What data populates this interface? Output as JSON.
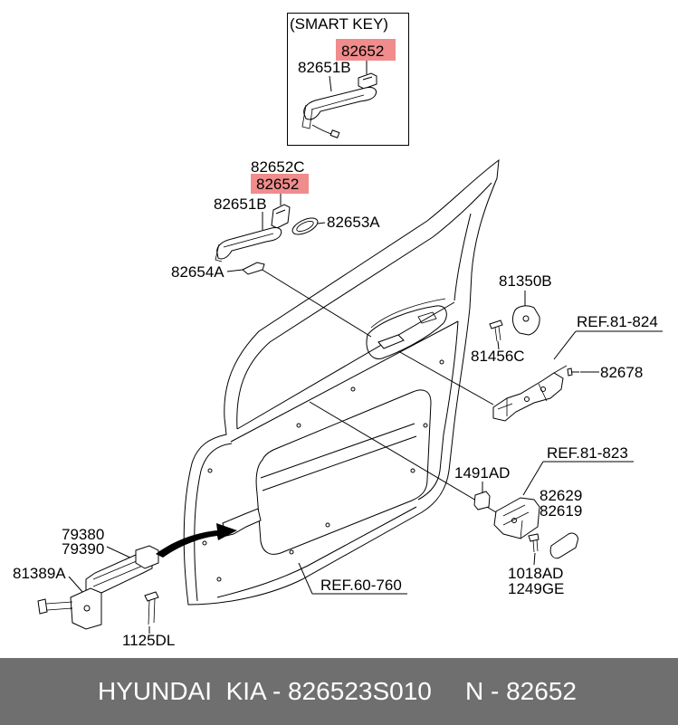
{
  "smart_key": {
    "title": "(SMART KEY)",
    "highlighted": "82652",
    "handle": "82651B"
  },
  "callouts": [
    "82652C",
    "82652",
    "82651B",
    "82653A",
    "82654A",
    "81350B",
    "81456C",
    "REF.81-824",
    "82678",
    "1491AD",
    "REF.81-823",
    "82629",
    "82619",
    "1018AD",
    "1249GE",
    "79380",
    "79390",
    "81389A",
    "1125DL",
    "REF.60-760"
  ],
  "footer": {
    "left": "HYUNDAI  KIA - 826523S010",
    "right": "N - 82652"
  },
  "colors": {
    "highlight": "#f08c8c",
    "footer_bg": "#6f6f6f",
    "footer_text": "#ffffff",
    "line": "#000000"
  }
}
